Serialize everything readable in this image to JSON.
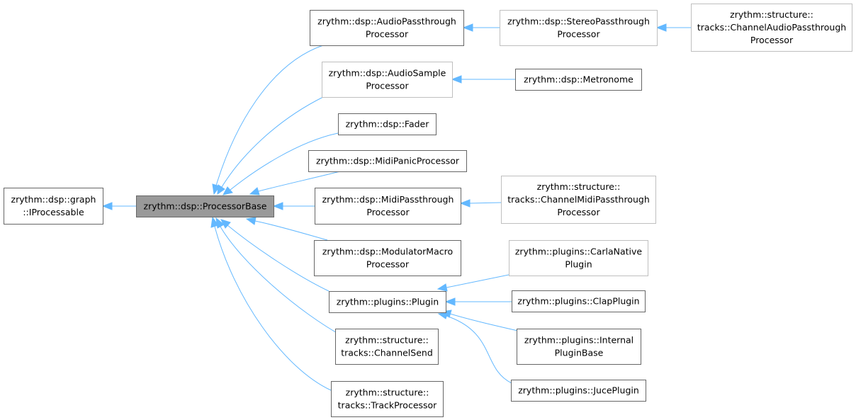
{
  "diagram": {
    "nodes": {
      "iprocessable": [
        "zrythm::dsp::graph",
        "::IProcessable"
      ],
      "processor_base": [
        "zrythm::dsp::ProcessorBase"
      ],
      "audio_passthrough": [
        "zrythm::dsp::AudioPassthrough",
        "Processor"
      ],
      "stereo_passthrough": [
        "zrythm::dsp::StereoPassthrough",
        "Processor"
      ],
      "channel_audio_passthrough": [
        "zrythm::structure::",
        "tracks::ChannelAudioPassthrough",
        "Processor"
      ],
      "audio_sample": [
        "zrythm::dsp::AudioSample",
        "Processor"
      ],
      "metronome": [
        "zrythm::dsp::Metronome"
      ],
      "fader": [
        "zrythm::dsp::Fader"
      ],
      "midi_panic": [
        "zrythm::dsp::MidiPanicProcessor"
      ],
      "midi_passthrough": [
        "zrythm::dsp::MidiPassthrough",
        "Processor"
      ],
      "channel_midi_passthrough": [
        "zrythm::structure::",
        "tracks::ChannelMidiPassthrough",
        "Processor"
      ],
      "modulator_macro": [
        "zrythm::dsp::ModulatorMacro",
        "Processor"
      ],
      "plugin": [
        "zrythm::plugins::Plugin"
      ],
      "carla_native": [
        "zrythm::plugins::CarlaNative",
        "Plugin"
      ],
      "clap_plugin": [
        "zrythm::plugins::ClapPlugin"
      ],
      "internal_plugin_base": [
        "zrythm::plugins::Internal",
        "PluginBase"
      ],
      "juce_plugin": [
        "zrythm::plugins::JucePlugin"
      ],
      "channel_send": [
        "zrythm::structure::",
        "tracks::ChannelSend"
      ],
      "track_processor": [
        "zrythm::structure::",
        "tracks::TrackProcessor"
      ]
    },
    "edges": [
      [
        "processor_base",
        "iprocessable"
      ],
      [
        "audio_passthrough",
        "processor_base"
      ],
      [
        "audio_sample",
        "processor_base"
      ],
      [
        "fader",
        "processor_base"
      ],
      [
        "midi_panic",
        "processor_base"
      ],
      [
        "midi_passthrough",
        "processor_base"
      ],
      [
        "modulator_macro",
        "processor_base"
      ],
      [
        "plugin",
        "processor_base"
      ],
      [
        "channel_send",
        "processor_base"
      ],
      [
        "track_processor",
        "processor_base"
      ],
      [
        "stereo_passthrough",
        "audio_passthrough"
      ],
      [
        "channel_audio_passthrough",
        "stereo_passthrough"
      ],
      [
        "metronome",
        "audio_sample"
      ],
      [
        "channel_midi_passthrough",
        "midi_passthrough"
      ],
      [
        "carla_native",
        "plugin"
      ],
      [
        "clap_plugin",
        "plugin"
      ],
      [
        "internal_plugin_base",
        "plugin"
      ],
      [
        "juce_plugin",
        "plugin"
      ]
    ],
    "colors": {
      "arrow": "#63b8ff",
      "node_border": "#666666",
      "undocumented_border": "#bfbfbf",
      "current_fill": "#999999"
    }
  }
}
